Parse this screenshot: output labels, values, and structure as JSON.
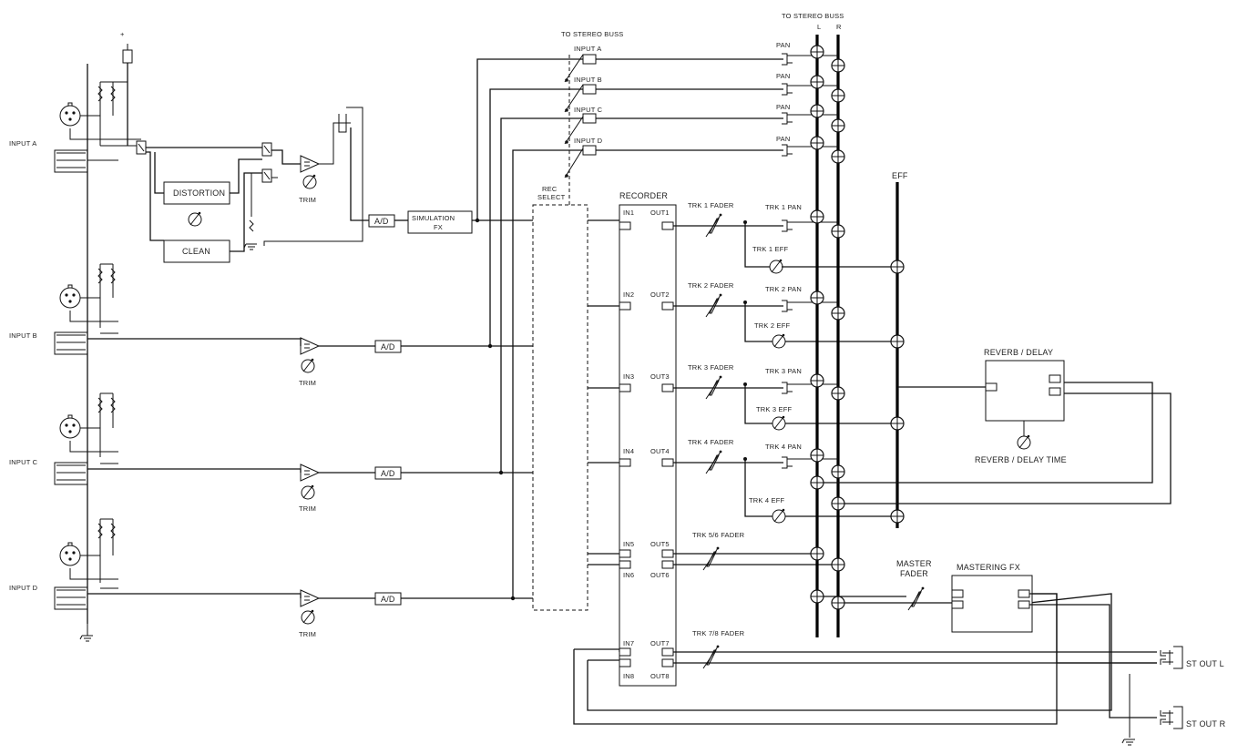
{
  "labels": {
    "to_stereo_buss_left": "TO STEREO BUSS",
    "to_stereo_buss_top": "TO STEREO BUSS",
    "bus_l": "L",
    "bus_r": "R",
    "eff": "EFF",
    "input_a": "INPUT A",
    "input_b": "INPUT B",
    "input_c": "INPUT C",
    "input_d": "INPUT D",
    "distortion": "DISTORTION",
    "clean": "CLEAN",
    "trim": "TRIM",
    "ad": "A/D",
    "simulation_fx_line1": "SIMULATION",
    "simulation_fx_line2": "FX",
    "rec_select_line1": "REC",
    "rec_select_line2": "SELECT",
    "recorder": "RECORDER",
    "sel_input_a": "INPUT A",
    "sel_input_b": "INPUT B",
    "sel_input_c": "INPUT C",
    "sel_input_d": "INPUT D",
    "pan": "PAN",
    "in1": "IN1",
    "in2": "IN2",
    "in3": "IN3",
    "in4": "IN4",
    "in5": "IN5",
    "in6": "IN6",
    "in7": "IN7",
    "in8": "IN8",
    "out1": "OUT1",
    "out2": "OUT2",
    "out3": "OUT3",
    "out4": "OUT4",
    "out5": "OUT5",
    "out6": "OUT6",
    "out7": "OUT7",
    "out8": "OUT8",
    "trk1_fader": "TRK 1 FADER",
    "trk1_pan": "TRK 1 PAN",
    "trk1_eff": "TRK 1 EFF",
    "trk2_fader": "TRK 2 FADER",
    "trk2_pan": "TRK 2 PAN",
    "trk2_eff": "TRK 2 EFF",
    "trk3_fader": "TRK 3 FADER",
    "trk3_pan": "TRK 3 PAN",
    "trk3_eff": "TRK 3 EFF",
    "trk4_fader": "TRK 4 FADER",
    "trk4_pan": "TRK 4 PAN",
    "trk4_eff": "TRK 4 EFF",
    "trk56_fader": "TRK 5/6 FADER",
    "trk78_fader": "TRK 7/8 FADER",
    "reverb_delay": "REVERB / DELAY",
    "reverb_delay_time": "REVERB / DELAY TIME",
    "master_fader_line1": "MASTER",
    "master_fader_line2": "FADER",
    "mastering_fx": "MASTERING FX",
    "st_out_l": "ST OUT L",
    "st_out_r": "ST OUT R"
  }
}
